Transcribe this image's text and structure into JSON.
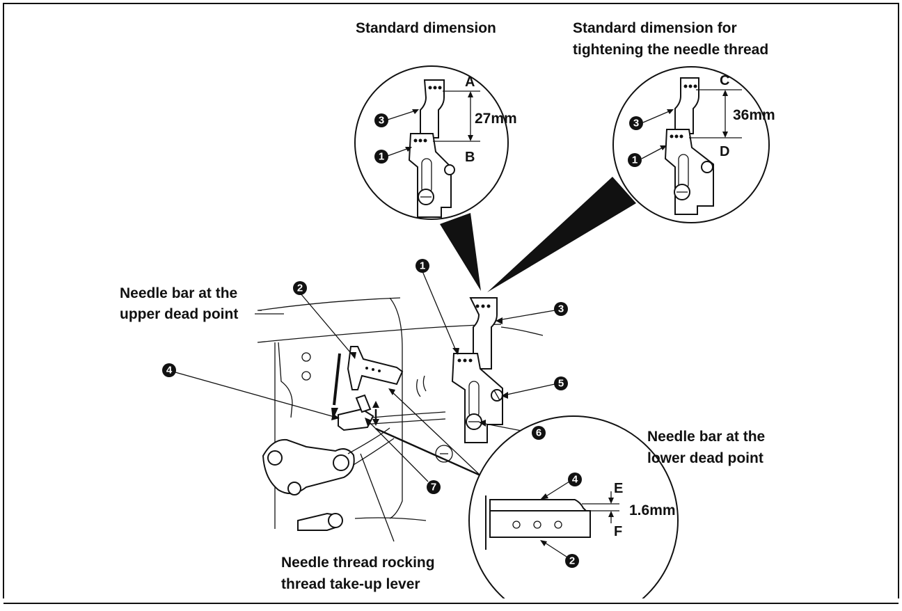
{
  "labels": {
    "std_dim": "Standard dimension",
    "std_dim_tight_1": "Standard dimension for",
    "std_dim_tight_2": "tightening the needle thread",
    "upper_dead_1": "Needle bar at the",
    "upper_dead_2": "upper dead point",
    "lower_dead_1": "Needle bar at the",
    "lower_dead_2": "lower dead point",
    "rocking_1": "Needle thread rocking",
    "rocking_2": "thread take-up lever"
  },
  "dimensions": {
    "a": "A",
    "b": "B",
    "c": "C",
    "d": "D",
    "e": "E",
    "f": "F",
    "dim_ab": "27mm",
    "dim_cd": "36mm",
    "dim_ef": "1.6mm"
  },
  "callouts": {
    "n1": "1",
    "n2": "2",
    "n3": "3",
    "n4": "4",
    "n5": "5",
    "n6": "6",
    "n7": "7"
  }
}
